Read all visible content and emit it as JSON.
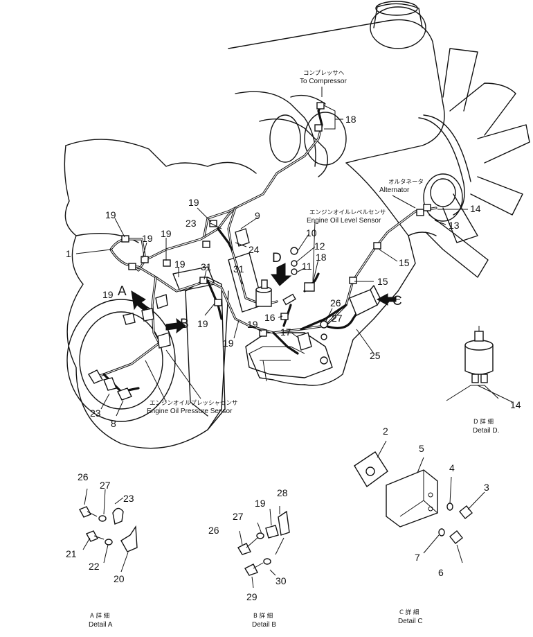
{
  "labels": {
    "compressor_jp": "コンプレッサヘ",
    "compressor_en": "To Compressor",
    "alternator_jp": "オルタネータ",
    "alternator_en": "Alternator",
    "level_jp": "エンジンオイルレベルセンサ",
    "level_en": "Engine Oil Level Sensor",
    "pressure_jp": "エンジンオイルプレッシャセンサ",
    "pressure_en": "Engine Oil Pressure Sensor"
  },
  "details": {
    "a_jp": "A 詳 細",
    "a_en": "Detail A",
    "b_jp": "B 詳 細",
    "b_en": "Detail B",
    "c_jp": "C 詳 細",
    "c_en": "Detail C",
    "d_jp": "D 詳 細",
    "d_en": "Detail D."
  },
  "letters": {
    "a": "A",
    "b": "B",
    "c": "C",
    "d": "D"
  },
  "callouts": {
    "n1": "1",
    "n2": "2",
    "n3": "3",
    "n4": "4",
    "n5": "5",
    "n6": "6",
    "n7": "7",
    "n8": "8",
    "n9": "9",
    "n10": "10",
    "n11": "11",
    "n12": "12",
    "n13": "13",
    "n14": "14",
    "n15": "15",
    "n16": "16",
    "n17": "17",
    "n18": "18",
    "n19": "19",
    "n20": "20",
    "n21": "21",
    "n22": "22",
    "n23": "23",
    "n24": "24",
    "n25": "25",
    "n26": "26",
    "n27": "27",
    "n28": "28",
    "n29": "29",
    "n30": "30",
    "n31": "31"
  }
}
